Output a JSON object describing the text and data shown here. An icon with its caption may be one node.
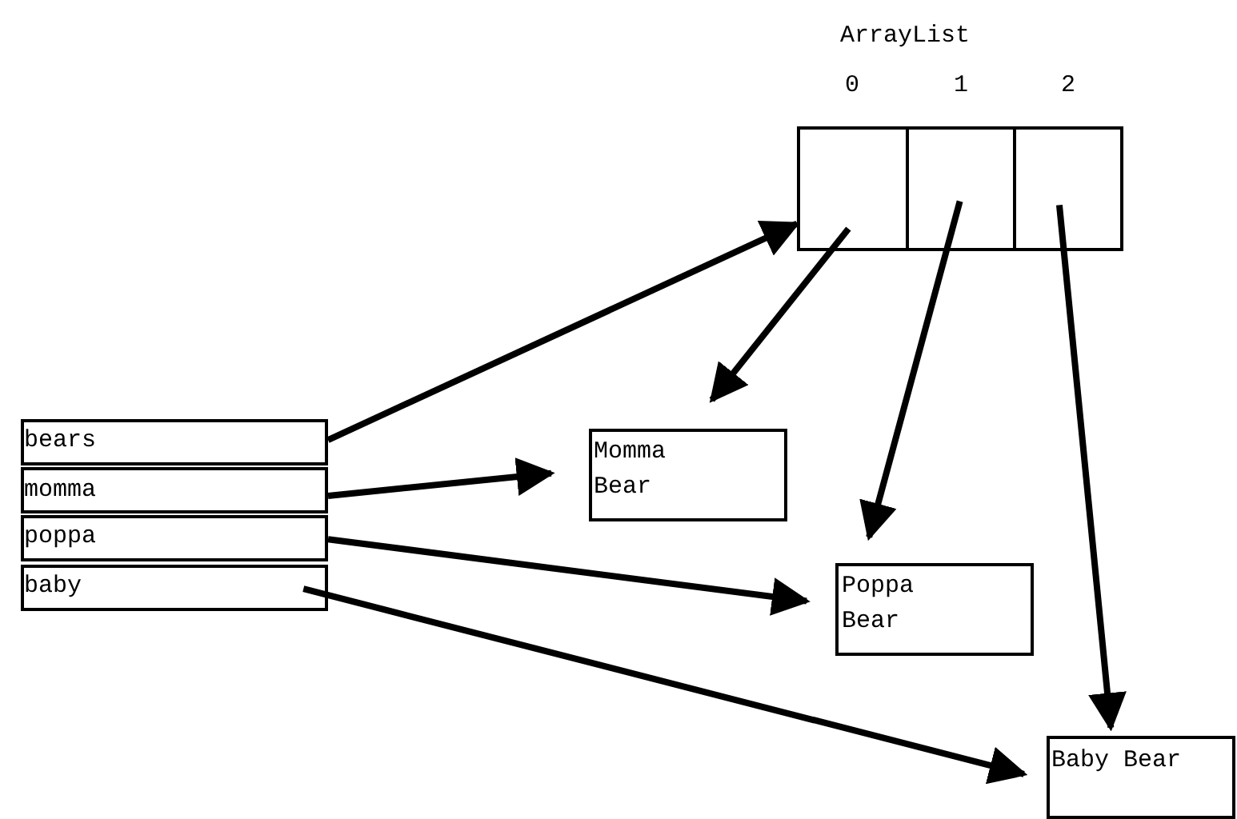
{
  "diagram": {
    "nodes": [
      {
        "text": [
          "ArrayList"
        ]
      },
      {
        "text": [],
        "shape": "box",
        "in": 0,
        "beside": [
          "0"
        ]
      },
      {
        "text": [],
        "shape": "box",
        "in": 0,
        "beside": [
          "1"
        ]
      },
      {
        "text": [],
        "shape": "box",
        "in": 0,
        "beside": [
          "2"
        ]
      },
      {
        "text": [
          "bears"
        ]
      },
      {
        "text": [
          "momma"
        ]
      },
      {
        "text": [
          "poppa"
        ]
      },
      {
        "text": [
          "baby"
        ]
      },
      {
        "text": [
          "Momma Bear"
        ]
      },
      {
        "text": [
          "Poppa Bear"
        ]
      },
      {
        "text": [
          "Baby Bear"
        ]
      }
    ],
    "edges": [
      {
        "from": 4,
        "to": 0,
        "arrow": "to"
      },
      {
        "from": 5,
        "to": 8,
        "arrow": "to"
      },
      {
        "from": 6,
        "to": 9,
        "arrow": "to"
      },
      {
        "from": 7,
        "to": 10,
        "arrow": "to"
      },
      {
        "from": 1,
        "to": 8,
        "arrow": "to"
      },
      {
        "from": 2,
        "to": 9,
        "arrow": "to"
      },
      {
        "from": 3,
        "to": 10,
        "arrow": "to"
      }
    ]
  }
}
